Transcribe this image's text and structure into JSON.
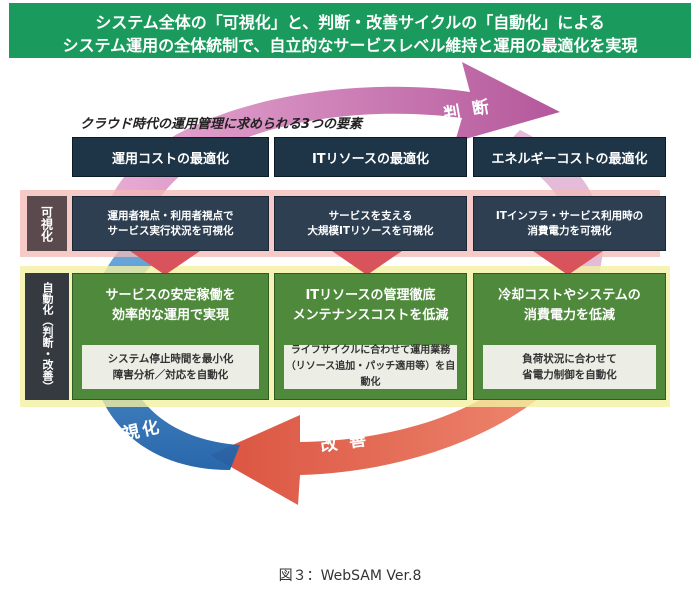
{
  "header": {
    "line1": "システム全体の「可視化」と、判断・改善サイクルの「自動化」による",
    "line2": "システム運用の全体統制で、自立的なサービスレベル維持と運用の最適化を実現"
  },
  "subtitle": "クラウド時代の運用管理に求められる3つの要素",
  "columns": [
    "運用コストの最適化",
    "ITリソースの最適化",
    "エネルギーコストの最適化"
  ],
  "row_labels": {
    "visualization": "可視化",
    "automation": "自動化（判断・改善）"
  },
  "visualization_cells": [
    "運用者視点・利用者視点で\nサービス実行状況を可視化",
    "サービスを支える\n大規模ITリソースを可視化",
    "ITインフラ・サービス利用時の\n消費電力を可視化"
  ],
  "automation_cells": [
    {
      "main": "サービスの安定稼働を\n効率的な運用で実現",
      "sub": "システム停止時間を最小化\n障害分析／対応を自動化"
    },
    {
      "main": "ITリソースの管理徹底\nメンテナンスコストを低減",
      "sub": "ライフサイクルに合わせて運用業務\n（リソース追加・パッチ適用等）を自動化"
    },
    {
      "main": "冷却コストやシステムの\n消費電力を低減",
      "sub": "負荷状況に合わせて\n省電力制御を自動化"
    }
  ],
  "cycle_labels": {
    "judge": "判 断",
    "improve": "改 善",
    "visualize": "可視化"
  },
  "caption": "図３：WebSAM Ver.8",
  "colors": {
    "header": "#1a9a5c",
    "column_head": "#1e3447",
    "vis_cell": "#2e3f52",
    "auto_cell": "#4f8a3c",
    "arrow_judge": "#c26aa8",
    "arrow_improve": "#e2674e",
    "arrow_visualize": "#2a74b8"
  }
}
